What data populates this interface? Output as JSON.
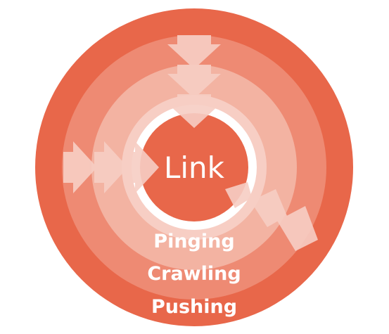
{
  "center": {
    "label": "Link"
  },
  "rings": [
    {
      "label": "Pinging"
    },
    {
      "label": "Crawling"
    },
    {
      "label": "Pushing"
    }
  ],
  "colors": {
    "outer_ring": "#E8674A",
    "middle_ring": "#EE8A73",
    "inner_ring": "#F3B3A2",
    "innermost_ring": "#F7CEC4",
    "center_disc": "#E8674A",
    "center_ring": "#FFFFFF",
    "text": "#FFFFFF"
  }
}
